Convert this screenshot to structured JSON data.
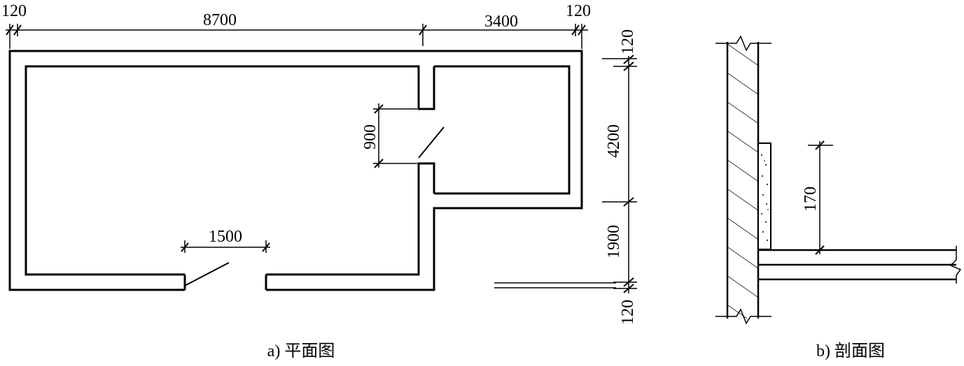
{
  "plan": {
    "caption": "a) 平面图",
    "dims": {
      "left_wall": "120",
      "main_width": "8700",
      "small_room_width": "3400",
      "right_wall": "120",
      "top_wall": "120",
      "small_room_depth": "4200",
      "corridor_depth": "1900",
      "bottom_wall": "120",
      "door_inner": "900",
      "door_entry": "1500"
    }
  },
  "section": {
    "caption": "b) 剖面图",
    "dims": {
      "skirting_height": "170"
    }
  }
}
